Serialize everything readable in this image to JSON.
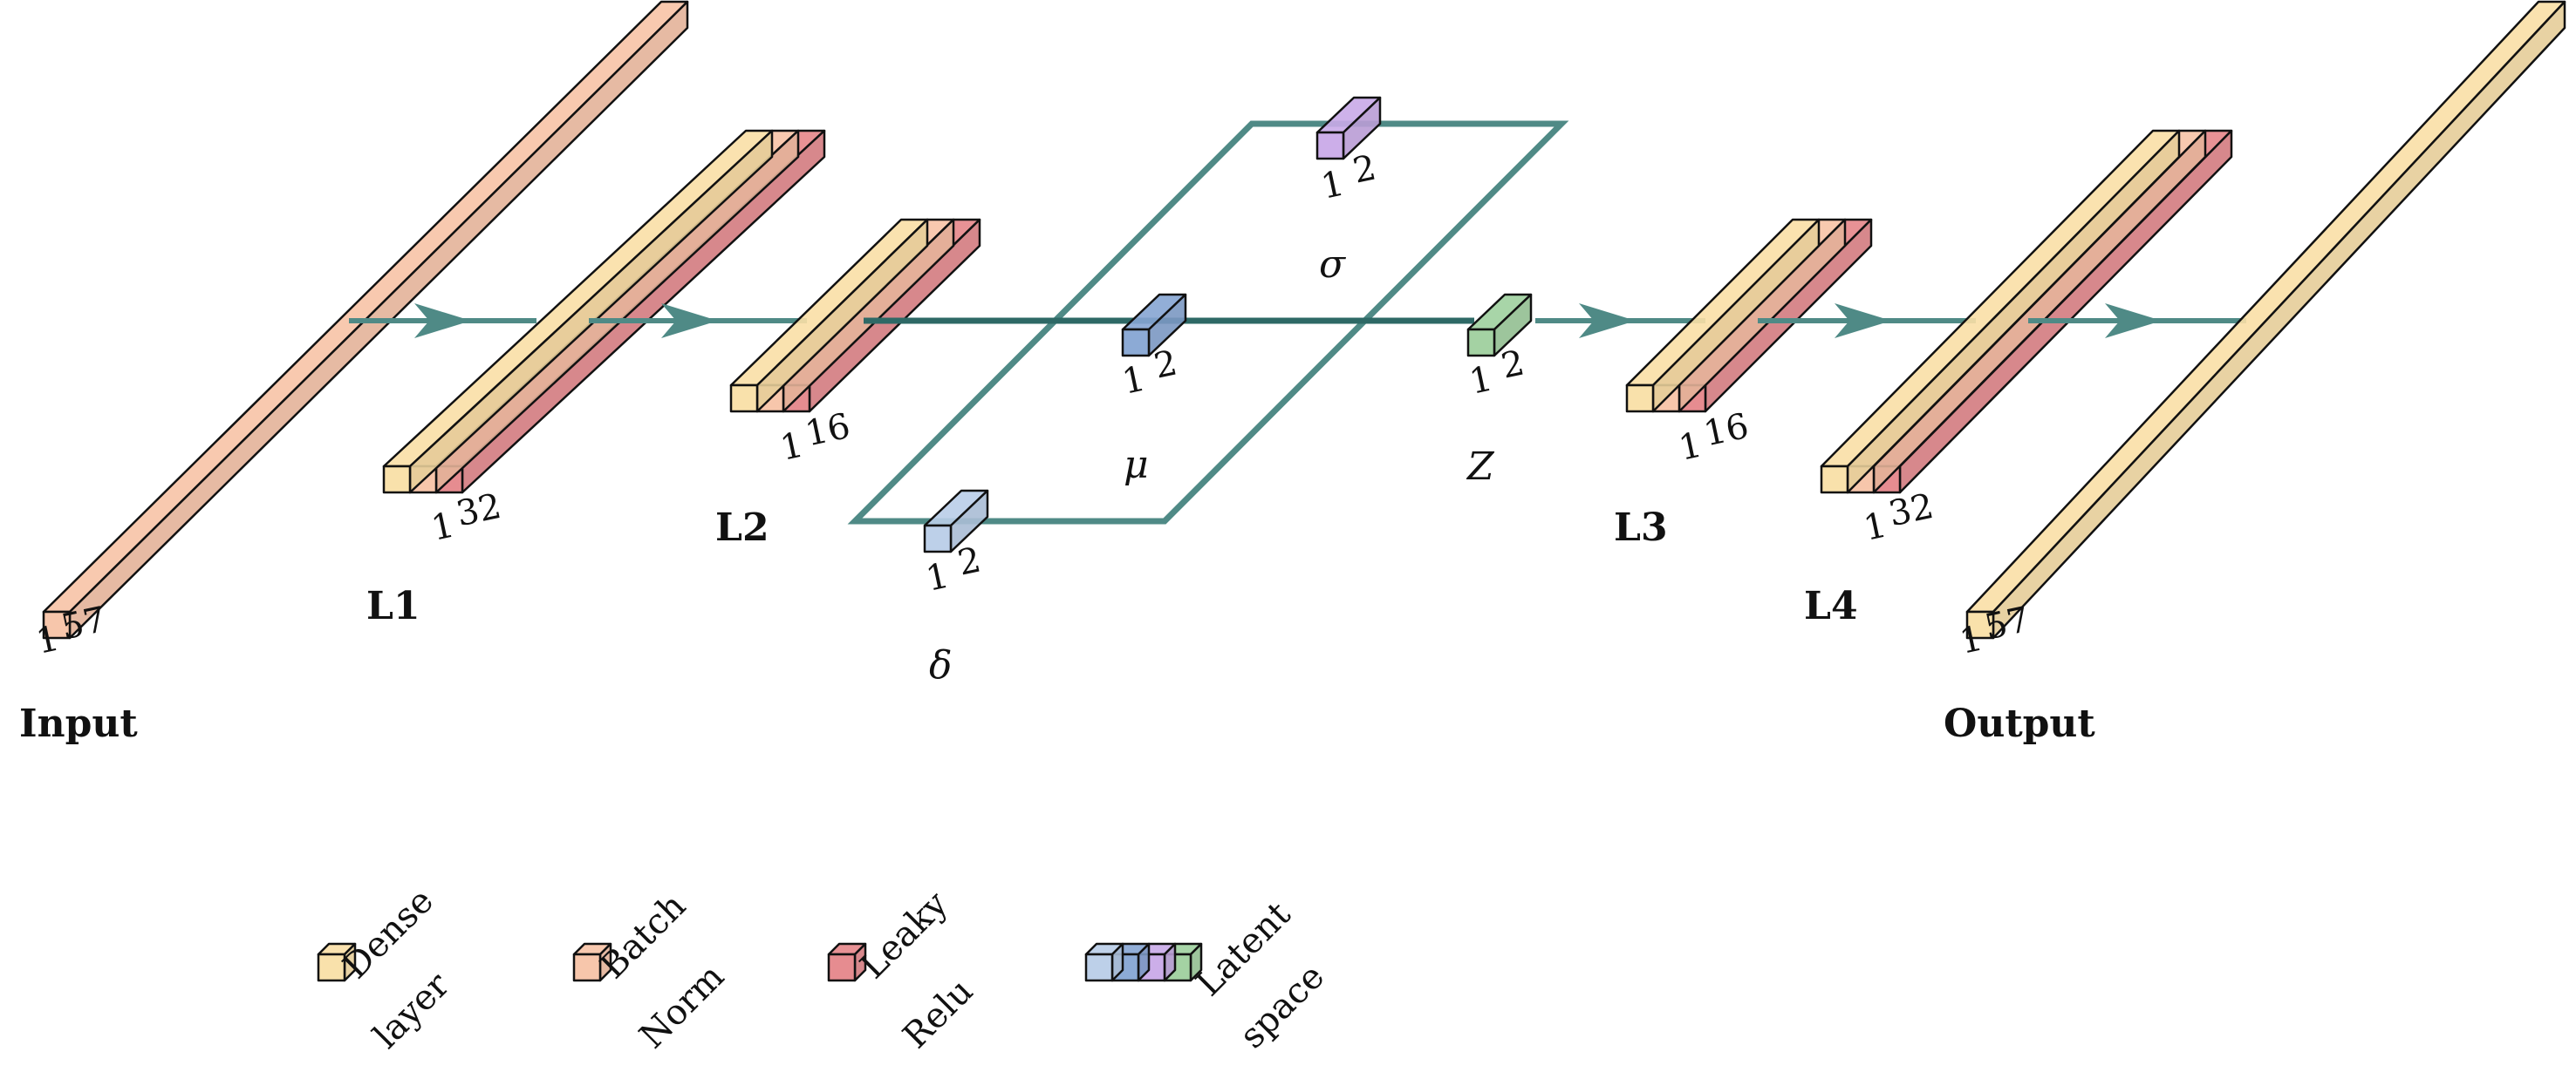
{
  "colors": {
    "dense": "#f9dfa6",
    "batchnorm": "#f7c3a6",
    "leaky": "#e5868a",
    "latent_mu": "#86a5d3",
    "latent_sigma": "#c9aae8",
    "latent_delta": "#b9cde8",
    "latent_z": "#9fd09e",
    "flow": "#4f8a86",
    "flow_dark": "#2e6966"
  },
  "layers": {
    "input": {
      "label": "Input",
      "dim_a": "1",
      "dim_b": "57"
    },
    "l1": {
      "label": "L1",
      "dim_a": "1",
      "dim_b": "32"
    },
    "l2": {
      "label": "L2",
      "dim_a": "1",
      "dim_b": "16"
    },
    "l3": {
      "label": "L3",
      "dim_a": "1",
      "dim_b": "16"
    },
    "l4": {
      "label": "L4",
      "dim_a": "1",
      "dim_b": "32"
    },
    "output": {
      "label": "Output",
      "dim_a": "1",
      "dim_b": "57"
    }
  },
  "latent": {
    "sigma": {
      "symbol": "σ",
      "dim_a": "1",
      "dim_b": "2"
    },
    "mu": {
      "symbol": "μ",
      "dim_a": "1",
      "dim_b": "2"
    },
    "delta": {
      "symbol": "δ",
      "dim_a": "1",
      "dim_b": "2"
    },
    "z": {
      "symbol": "Z",
      "dim_a": "1",
      "dim_b": "2"
    }
  },
  "legend": [
    {
      "key": "dense",
      "line1": "Dense",
      "line2": "layer"
    },
    {
      "key": "batchnorm",
      "line1": "Batch",
      "line2": "Norm"
    },
    {
      "key": "leaky",
      "line1": "Leaky",
      "line2": "Relu"
    },
    {
      "key": "latent",
      "line1": "Latent",
      "line2": "space"
    }
  ]
}
